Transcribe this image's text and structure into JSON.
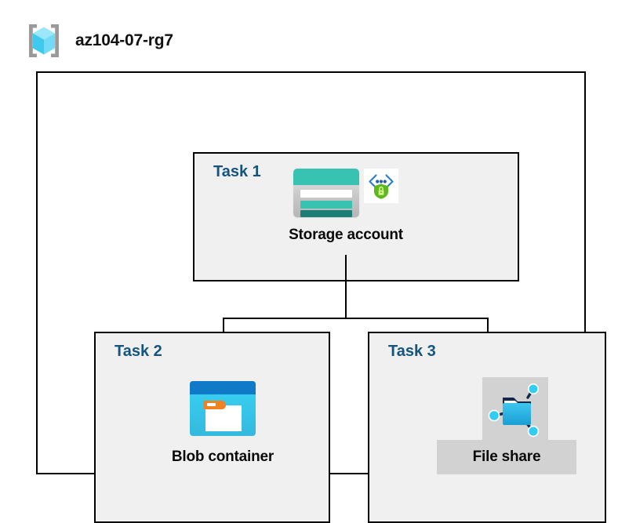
{
  "resource_group": {
    "icon": "resource-group-cube-icon",
    "name": "az104-07-rg7"
  },
  "diagram": {
    "tasks": [
      {
        "label": "Task 1",
        "node": {
          "caption": "Storage account",
          "icons": [
            "storage-account-icon",
            "security-shield-lock-icon"
          ]
        }
      },
      {
        "label": "Task 2",
        "node": {
          "caption": "Blob container",
          "icons": [
            "blob-container-icon"
          ]
        }
      },
      {
        "label": "Task 3",
        "node": {
          "caption": "File share",
          "icons": [
            "file-share-folder-icon"
          ]
        }
      }
    ],
    "connections": [
      {
        "from": "Storage account",
        "to": "Blob container"
      },
      {
        "from": "Storage account",
        "to": "File share"
      }
    ]
  },
  "colors": {
    "task_label": "#14547e",
    "caption_text": "#0a0a0a",
    "box_fill": "#f0f0f0",
    "box_border": "#000000",
    "container_fill": "#ffffff",
    "connector": "#000000",
    "storage_teal": "#37c2b1",
    "storage_teal_dark": "#1b7f77",
    "blob_blue": "#0f7bc8",
    "blob_cyan": "#35c4e8",
    "blob_orange": "#ef8322",
    "security_green": "#5bb91e",
    "security_blue": "#2a7fd4",
    "fileshare_cyan": "#32bdec",
    "fileshare_navy": "#13294b",
    "fileshare_plate": "#d2d2d2",
    "rg_bracket_gray": "#9a9a9a",
    "rg_cube_cyan": "#5ad8f5"
  }
}
